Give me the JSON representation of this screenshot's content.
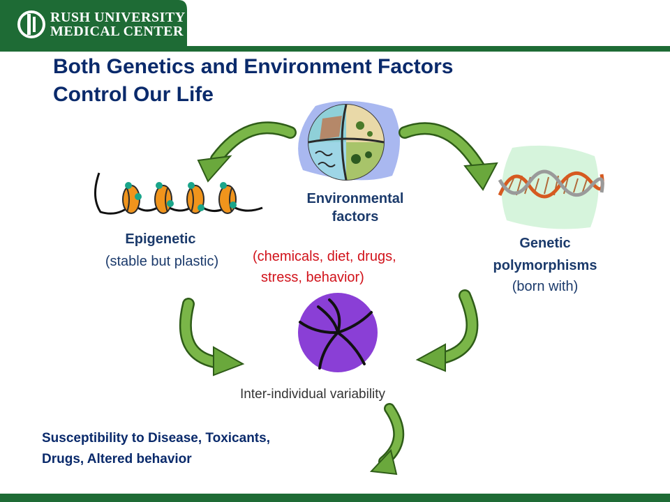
{
  "header": {
    "logo_line1": "RUSH UNIVERSITY",
    "logo_line2": "MEDICAL CENTER",
    "brand_green": "#1e6b35"
  },
  "slide": {
    "title_line1": "Both Genetics and Environment Factors",
    "title_line2": "Control Our Life"
  },
  "diagram": {
    "environmental": {
      "title": "Environmental factors",
      "examples_line1": "(chemicals, diet, drugs,",
      "examples_line2": "stress, behavior)"
    },
    "epigenetic": {
      "title": "Epigenetic",
      "subtitle": "(stable but plastic)"
    },
    "genetic": {
      "title_line1": "Genetic",
      "title_line2": "polymorphisms",
      "subtitle": "(born with)"
    },
    "center": {
      "label": "Inter-individual variability"
    },
    "outcome": {
      "line1": "Susceptibility to Disease, Toxicants,",
      "line2": "Drugs, Altered behavior"
    },
    "icons": [
      "rush-logo-icon",
      "environment-collage-icon",
      "chromatin-nucleosome-icon",
      "dna-helix-icon",
      "cell-nucleus-icon",
      "curved-arrow-icon"
    ]
  },
  "colors": {
    "title": "#0a2a6b",
    "text": "#1b3a6b",
    "examples": "#d1121a",
    "arrow": "#5c9a2e",
    "nucleus": "#8a3fd6"
  }
}
